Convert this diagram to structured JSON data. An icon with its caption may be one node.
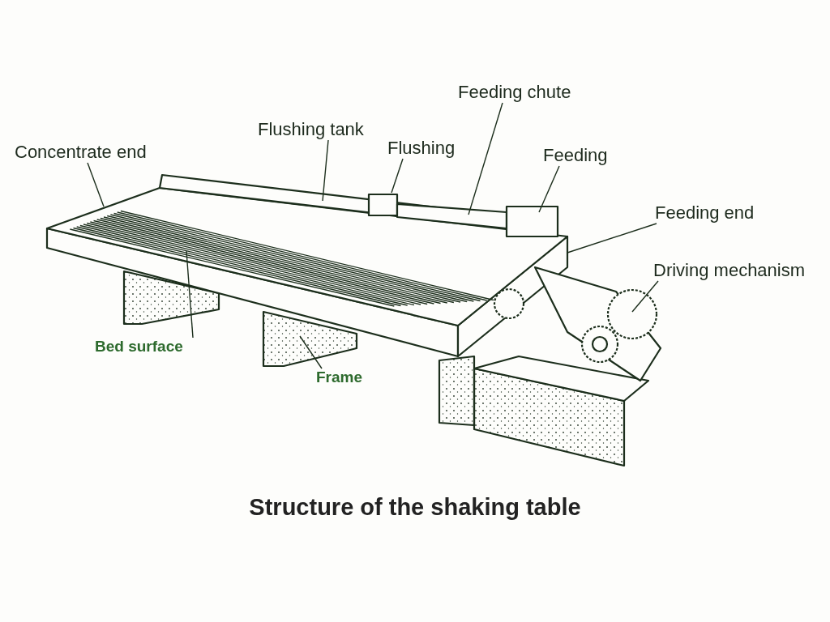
{
  "diagram": {
    "caption": "Structure of the shaking table",
    "nodes": [
      {
        "text": [
          "Concentrate end"
        ]
      },
      {
        "text": [
          "Flushing tank"
        ]
      },
      {
        "text": [
          "Flushing"
        ]
      },
      {
        "text": [
          "Feeding chute"
        ]
      },
      {
        "text": [
          "Feeding"
        ]
      },
      {
        "text": [
          "Feeding end"
        ]
      },
      {
        "text": [
          "Driving mechanism"
        ]
      },
      {
        "text": [
          "Bed surface"
        ]
      },
      {
        "text": [
          "Frame"
        ]
      }
    ],
    "edges": [
      {
        "from": 0,
        "to": null,
        "arrow": "none"
      },
      {
        "from": 1,
        "to": null,
        "arrow": "none"
      },
      {
        "from": 2,
        "to": null,
        "arrow": "none"
      },
      {
        "from": 3,
        "to": null,
        "arrow": "none"
      },
      {
        "from": 4,
        "to": null,
        "arrow": "none"
      },
      {
        "from": 5,
        "to": null,
        "arrow": "none"
      },
      {
        "from": 6,
        "to": null,
        "arrow": "none"
      },
      {
        "from": 7,
        "to": null,
        "arrow": "none"
      },
      {
        "from": 8,
        "to": null,
        "arrow": "none"
      }
    ]
  }
}
